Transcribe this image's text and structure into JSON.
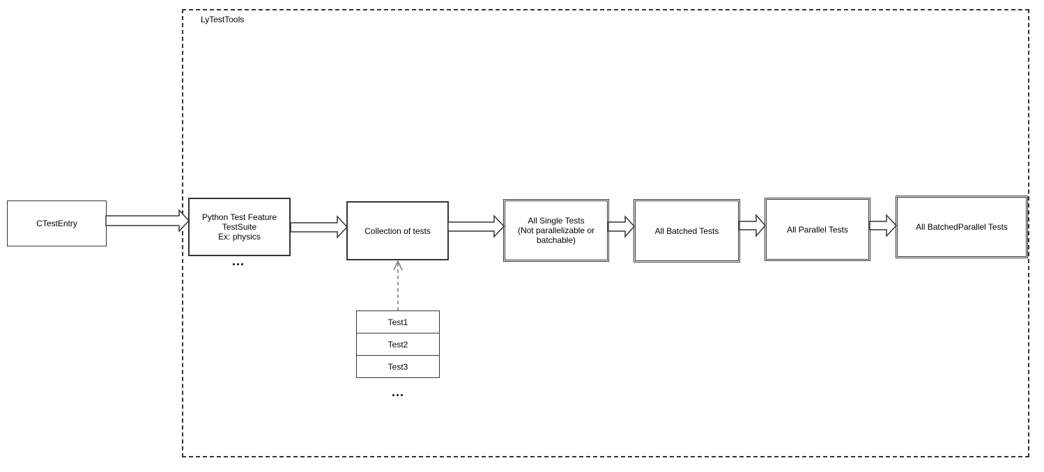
{
  "container": {
    "label": "LyTestTools"
  },
  "nodes": {
    "ctest_entry": "CTestEntry",
    "python_feature": [
      "Python Test Feature",
      "TestSuite",
      "Ex: physics"
    ],
    "collection": "Collection of tests",
    "single_tests": [
      "All Single Tests",
      "(Not parallelizable or",
      "batchable)"
    ],
    "batched_tests": "All Batched Tests",
    "parallel_tests": "All Parallel Tests",
    "batched_parallel_tests": "All BatchedParallel Tests"
  },
  "test_list": [
    "Test1",
    "Test2",
    "Test3"
  ],
  "ellipsis_suites": "...",
  "ellipsis_tests": "...",
  "colors": {
    "stroke": "#333333",
    "dependency_stroke": "#777777",
    "fill": "#ffffff"
  }
}
